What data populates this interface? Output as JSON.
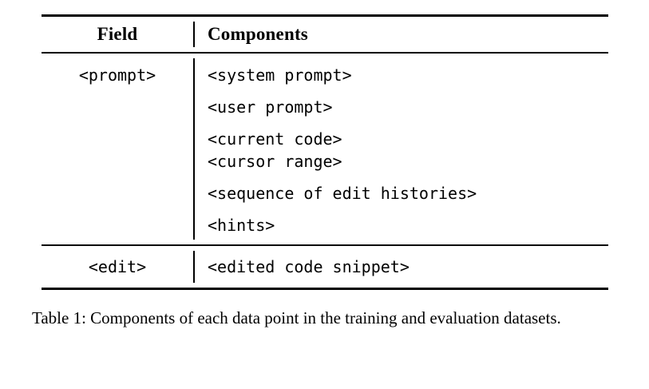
{
  "table": {
    "columns": [
      {
        "key": "field",
        "header": "Field"
      },
      {
        "key": "components",
        "header": "Components"
      }
    ],
    "rows": [
      {
        "field": "<prompt>",
        "components": [
          {
            "text": "<system prompt>",
            "spacing": "large"
          },
          {
            "text": "<user prompt>",
            "spacing": "large"
          },
          {
            "text": "<current code>",
            "spacing": "large"
          },
          {
            "text": "<cursor range>",
            "spacing": "small"
          },
          {
            "text": "<sequence of edit histories>",
            "spacing": "large"
          },
          {
            "text": "<hints>",
            "spacing": "large"
          }
        ]
      },
      {
        "field": "<edit>",
        "components": [
          {
            "text": "<edited code snippet>",
            "spacing": "large"
          }
        ]
      }
    ]
  },
  "caption": {
    "label": "Table 1:",
    "text": "Components of each data point in the training and evaluation datasets.",
    "full": "Table 1: Components of each data point in the training and evaluation datasets."
  },
  "colors": {
    "text": "#000000",
    "rule": "#000000",
    "background": "#ffffff"
  }
}
